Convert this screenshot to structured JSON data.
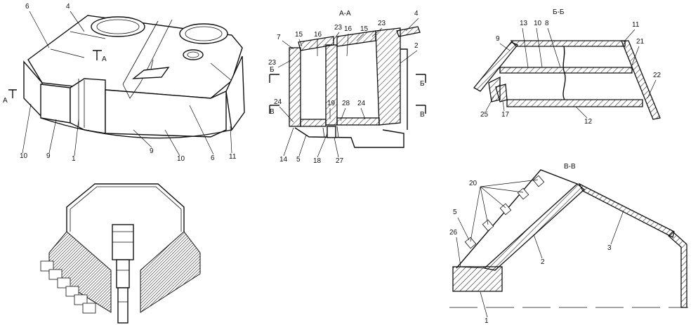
{
  "views": {
    "iso": {
      "labels": [
        "6",
        "4",
        "A",
        "A",
        "10",
        "9",
        "1",
        "9",
        "10",
        "6",
        "11"
      ]
    },
    "aa": {
      "title": "А-А",
      "labels": [
        "4",
        "2",
        "7",
        "15",
        "16",
        "23",
        "16",
        "15",
        "23",
        "23",
        "Б",
        "Б",
        "24",
        "19",
        "28",
        "24",
        "В",
        "В",
        "14",
        "5",
        "18",
        "27"
      ]
    },
    "bb": {
      "title": "Б-Б",
      "labels": [
        "13",
        "10",
        "8",
        "11",
        "9",
        "21",
        "22",
        "25",
        "17",
        "12"
      ]
    },
    "vv": {
      "title": "В-В",
      "labels": [
        "20",
        "5",
        "26",
        "2",
        "3",
        "1"
      ]
    }
  }
}
